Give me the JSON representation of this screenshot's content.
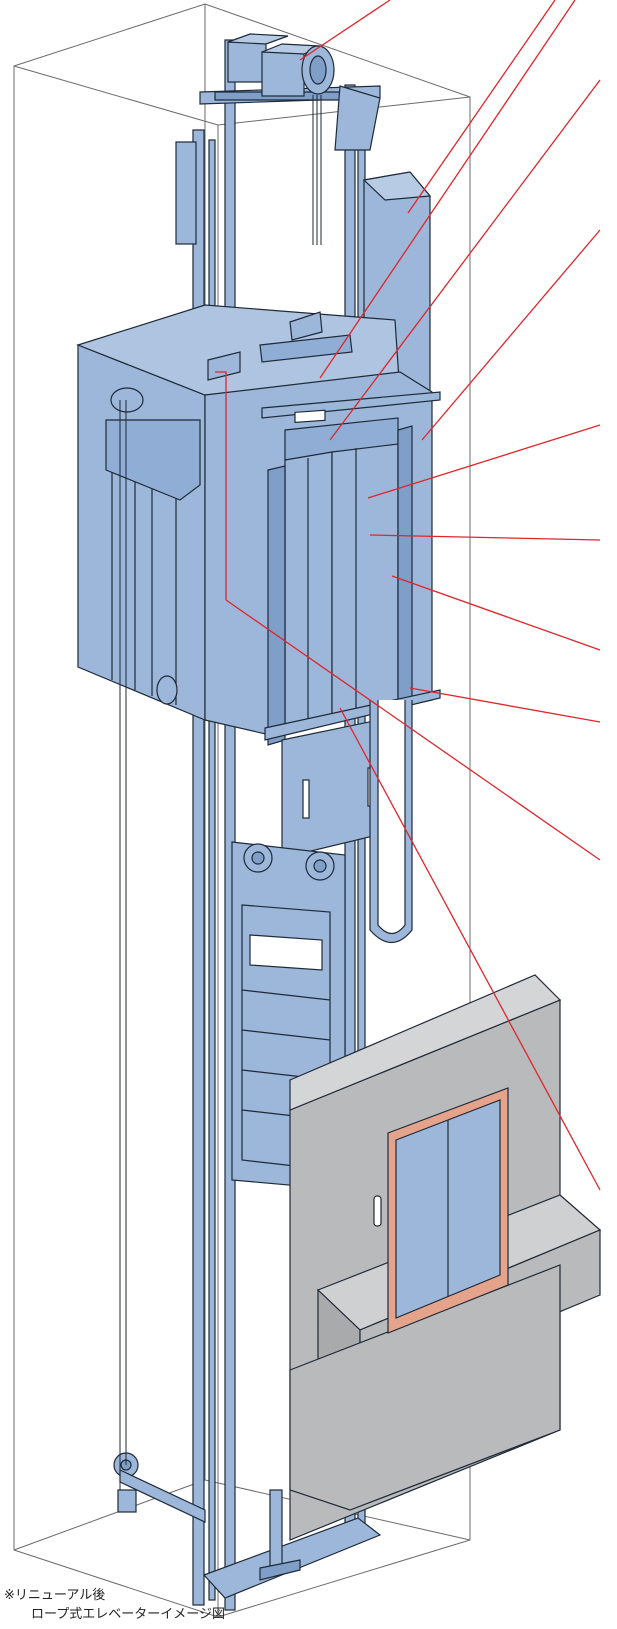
{
  "caption": {
    "line1": "※リニューアル後",
    "line2": "ロープ式エレベーターイメージ図"
  },
  "colors": {
    "metal": "#9cb7d9",
    "metal_dark": "#7f9ec8",
    "outline": "#1e2a38",
    "shaft_line": "#6b6b6b",
    "leader": "#e0262b",
    "wall": "#b9babc",
    "wall_light": "#cfd0d2",
    "frame_trim": "#e6a38b"
  },
  "icons": {
    "diagram": "rope-elevator-cutaway"
  }
}
